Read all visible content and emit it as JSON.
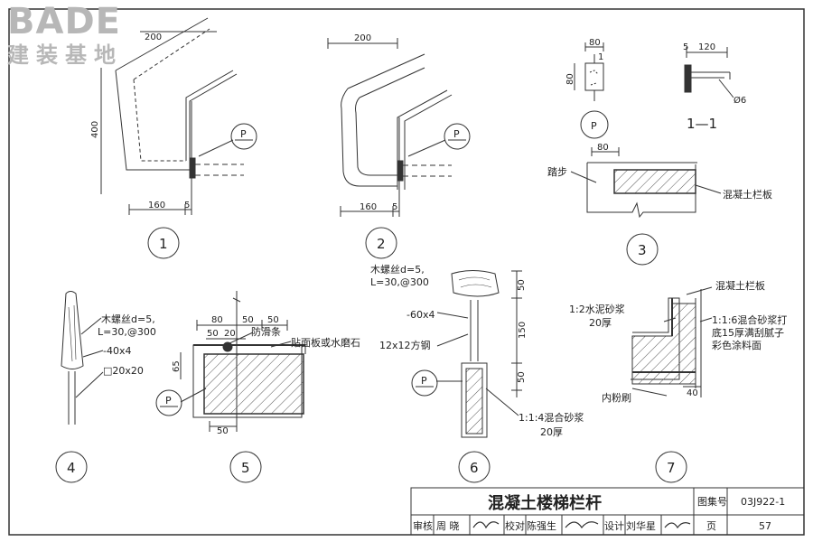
{
  "logo": {
    "brand": "BADE",
    "subtitle": "建装基地"
  },
  "details": {
    "d1": {
      "dim_top": "200",
      "dim_height": "400",
      "dim_base": "160",
      "dim_gap": "5",
      "marker": "P",
      "number": "1"
    },
    "d2": {
      "dim_top": "200",
      "dim_base": "160",
      "dim_gap": "5",
      "marker": "P",
      "number": "2"
    },
    "d3": {
      "plan_width": "80",
      "plan_height": "80",
      "plan_tick": "1",
      "marker": "P",
      "section_width": "120",
      "section_gap": "5",
      "rebar": "Ø6",
      "section_label": "1—1",
      "step_width": "80",
      "step_label": "踏步",
      "panel_label": "混凝土栏板",
      "number": "3"
    },
    "d4": {
      "screw_label": "木螺丝d=5,",
      "screw_spacing": "L=30,@300",
      "flat_steel": "-40x4",
      "square_steel": "□20x20",
      "number": "4"
    },
    "d5": {
      "dim_80": "80",
      "dim_50a": "50",
      "dim_50b": "50",
      "dim_50c": "50",
      "dim_20": "20",
      "dim_65": "65",
      "anti_slip": "防滑条",
      "facing": "贴面板或水磨石",
      "dim_base": "50",
      "marker": "P",
      "number": "5"
    },
    "d6": {
      "screw_label": "木螺丝d=5,",
      "screw_spacing": "L=30,@300",
      "dim_50a": "50",
      "dim_150": "150",
      "dim_50b": "50",
      "flat_steel": "-60x4",
      "square_steel": "12x12方钢",
      "mortar": "1:1:4混合砂浆",
      "mortar_thick": "20厚",
      "marker": "P",
      "number": "6"
    },
    "d7": {
      "panel_label": "混凝土栏板",
      "cement_mortar": "1:2水泥砂浆",
      "cement_thick": "20厚",
      "mix_line1": "1:1:6混合砂浆打",
      "mix_line2": "底15厚满刮腻子",
      "mix_line3": "彩色涂料面",
      "plaster": "内粉刷",
      "dim_40": "40",
      "number": "7"
    }
  },
  "title_block": {
    "title": "混凝土楼梯栏杆",
    "atlas_label": "图集号",
    "atlas_number": "03J922-1",
    "review_label": "审核",
    "review_name": "周  晓",
    "check_label": "校对",
    "check_name": "陈强生",
    "design_label": "设计",
    "design_name": "刘华星",
    "page_label": "页",
    "page_number": "57"
  }
}
